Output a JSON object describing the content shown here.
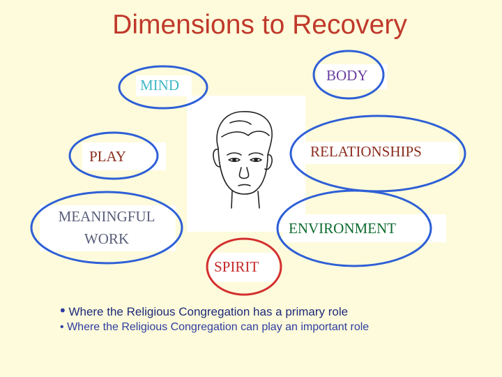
{
  "title": "Dimensions to Recovery",
  "dimensions": {
    "mind": "MIND",
    "body": "BODY",
    "play": "PLAY",
    "relationships": "RELATIONSHIPS",
    "meaningful_work_line1": "MEANINGFUL",
    "meaningful_work_line2": "WORK",
    "environment": "ENVIRONMENT",
    "spirit": "SPIRIT"
  },
  "bullets": [
    "Where the Religious Congregation has a primary role",
    "Where the Religious Congregation can play an important role"
  ],
  "colors": {
    "background": "#FDFBDB",
    "title": "#C0392B",
    "primary_ellipse": "#2E5FD6",
    "spirit_ellipse": "#D32F2F",
    "mind_text": "#3FB7C6",
    "body_text": "#6B3FA0",
    "play_text": "#8B2E1E",
    "relationships_text": "#8B2E1E",
    "meaningful_work_text": "#5A5F7A",
    "environment_text": "#0E6B2E",
    "spirit_text": "#C62828"
  }
}
